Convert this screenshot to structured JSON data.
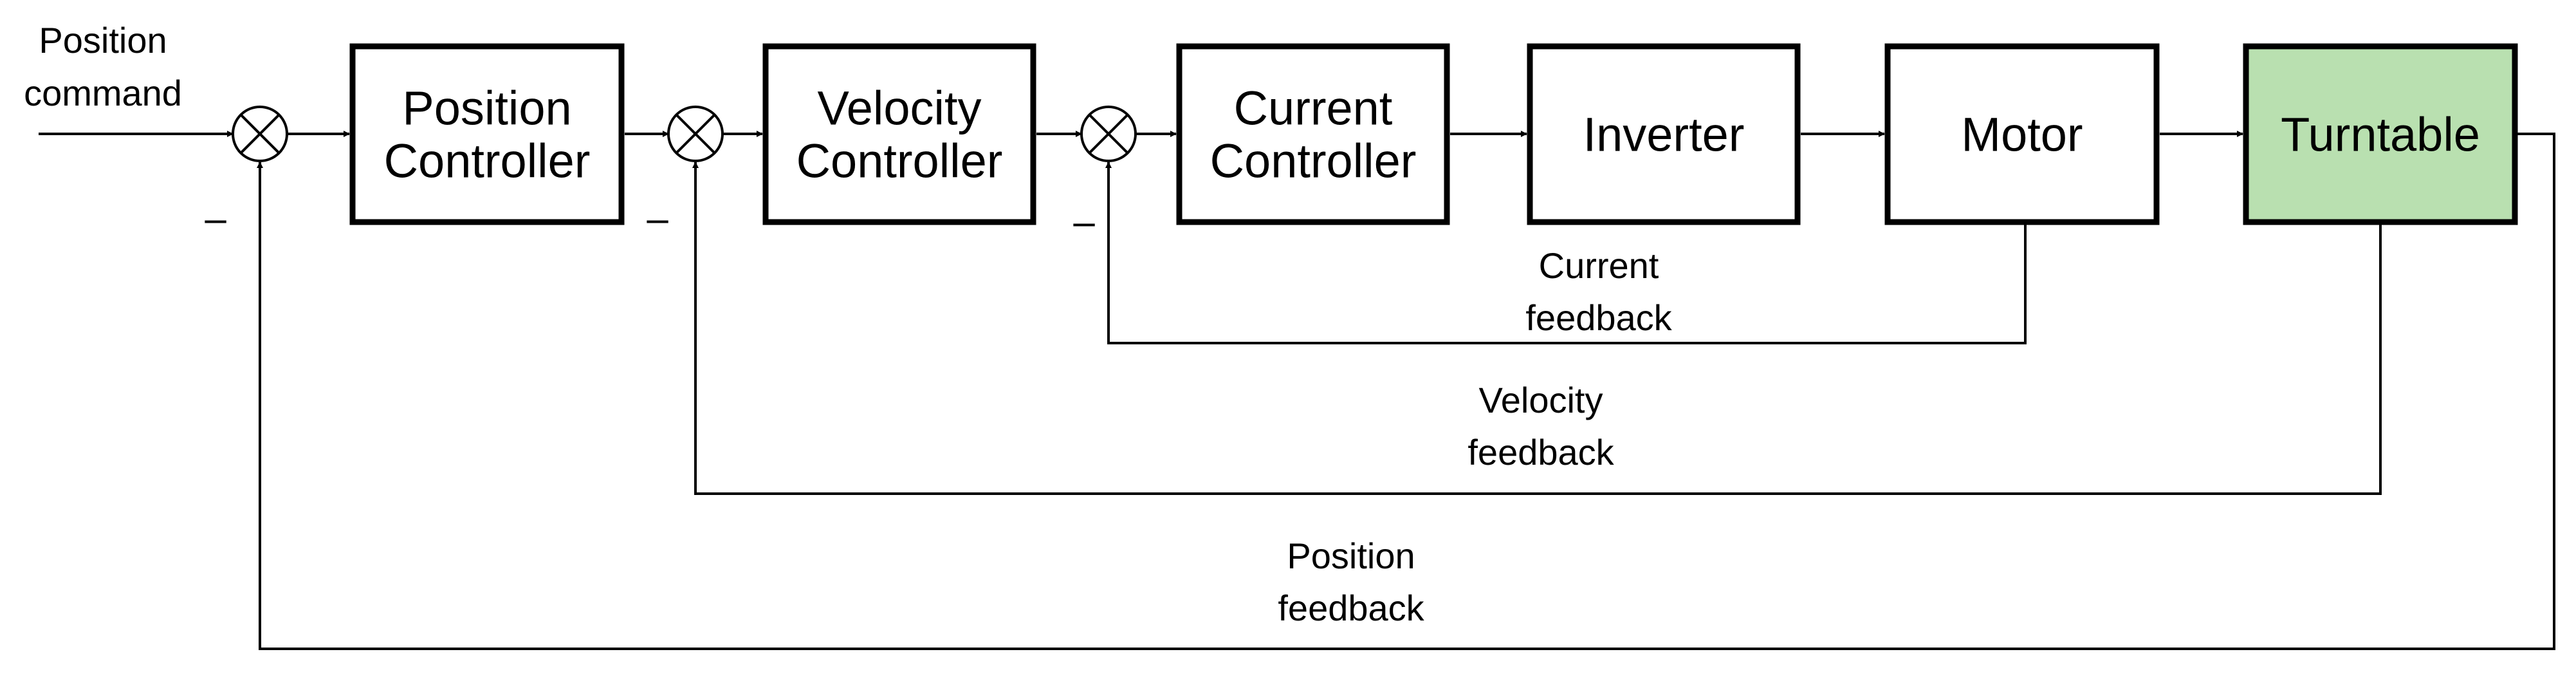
{
  "input_label": [
    "Position",
    "command"
  ],
  "blocks": [
    {
      "id": "position-controller",
      "lines": [
        "Position",
        "Controller"
      ],
      "fill": "#ffffff"
    },
    {
      "id": "velocity-controller",
      "lines": [
        "Velocity",
        "Controller"
      ],
      "fill": "#ffffff"
    },
    {
      "id": "current-controller",
      "lines": [
        "Current",
        "Controller"
      ],
      "fill": "#ffffff"
    },
    {
      "id": "inverter",
      "lines": [
        "Inverter"
      ],
      "fill": "#ffffff"
    },
    {
      "id": "motor",
      "lines": [
        "Motor"
      ],
      "fill": "#ffffff"
    },
    {
      "id": "turntable",
      "lines": [
        "Turntable"
      ],
      "fill": "#b9e0b0"
    }
  ],
  "feedback": [
    {
      "id": "current",
      "lines": [
        "Current",
        "feedback"
      ]
    },
    {
      "id": "velocity",
      "lines": [
        "Velocity",
        "feedback"
      ]
    },
    {
      "id": "position",
      "lines": [
        "Position",
        "feedback"
      ]
    }
  ],
  "sign": "–"
}
